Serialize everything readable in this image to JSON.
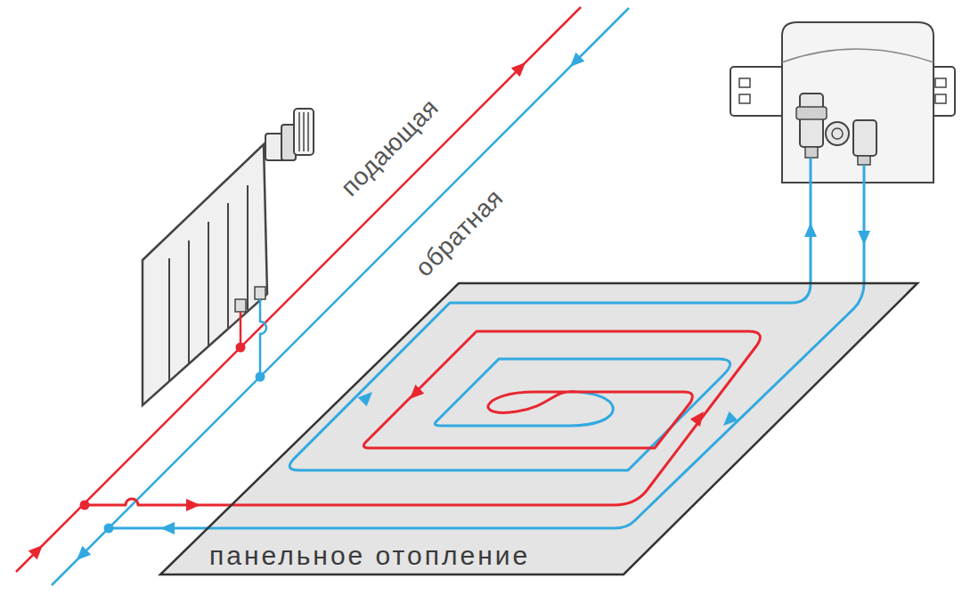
{
  "diagram": {
    "nodes": [
      {
        "text": [
          "панельное отопление"
        ]
      }
    ],
    "labels": [
      "подающая",
      "обратная"
    ]
  }
}
